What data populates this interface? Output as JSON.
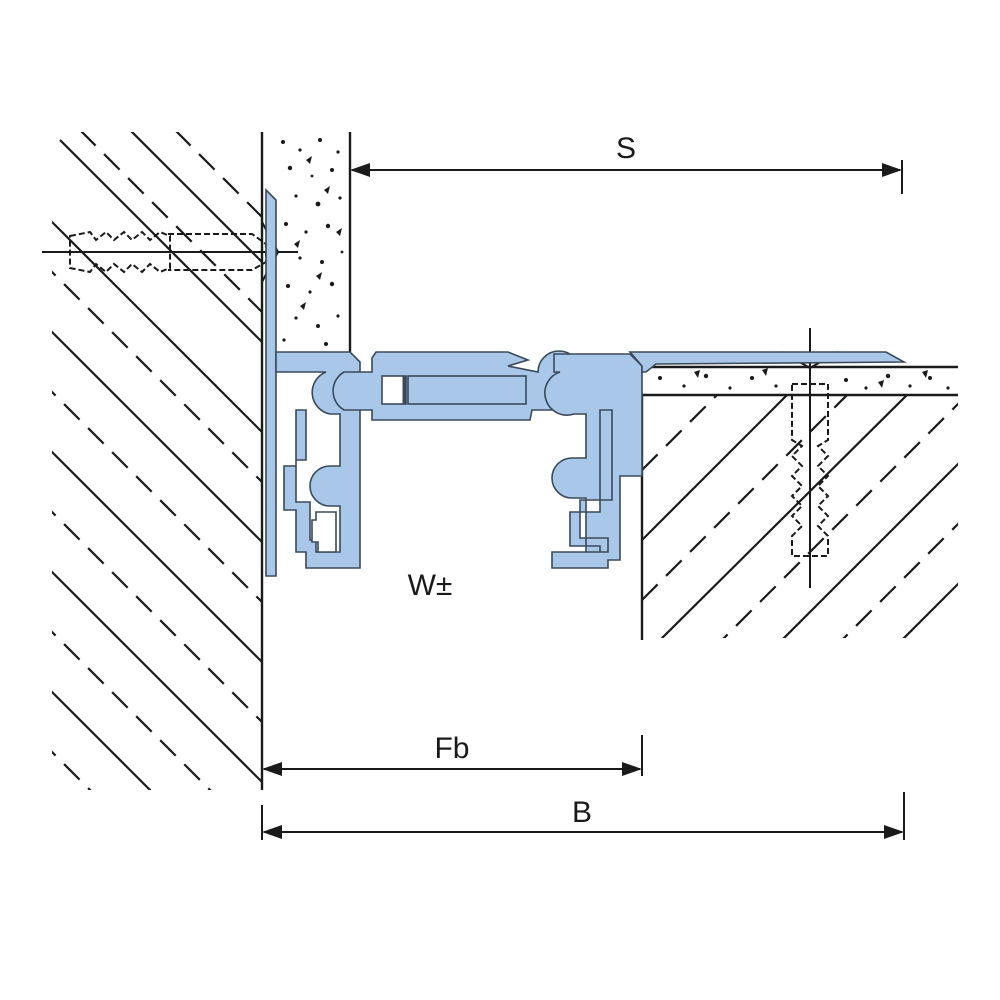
{
  "labels": {
    "s": "S",
    "w": "W±",
    "fb": "Fb",
    "b": "B"
  },
  "colors": {
    "profile_fill": "#a9c7e8",
    "line": "#1a1a1a",
    "background": "#ffffff"
  }
}
